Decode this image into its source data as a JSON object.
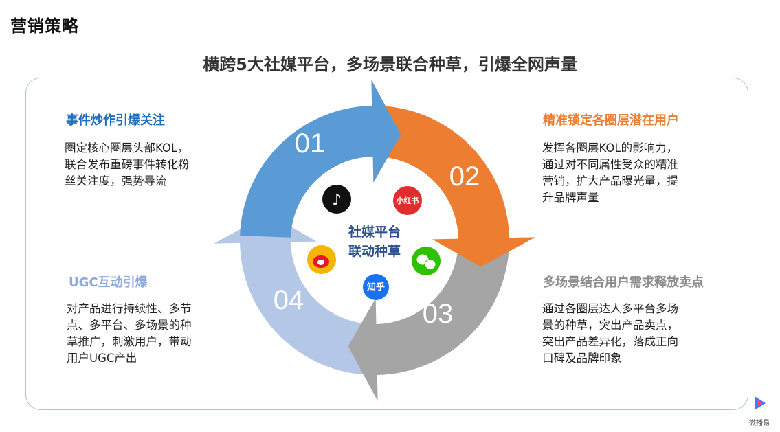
{
  "page_title": "营销策略",
  "subtitle": "横跨5大社媒平台，多场景联合种草，引爆全网声量",
  "center": {
    "line1": "社媒平台",
    "line2": "联动种草"
  },
  "steps": [
    {
      "num": "01",
      "heading": "事件炒作引爆关注",
      "color": "#1f6fbf",
      "arrow_color": "#5b9bd5",
      "desc": [
        "圈定核心圈层头部KOL，",
        "联合发布重磅事件转化粉",
        "丝关注度，强势导流"
      ]
    },
    {
      "num": "02",
      "heading": "精准锁定各圈层潜在用户",
      "color": "#ed7d31",
      "arrow_color": "#ed7d31",
      "desc": [
        "发挥各圈层KOL的影响力，",
        "通过对不同属性受众的精准",
        "营销，扩大产品曝光量，提",
        "升品牌声量"
      ]
    },
    {
      "num": "03",
      "heading": "多场景结合用户需求释放卖点",
      "color": "#8c8c8c",
      "arrow_color": "#a5a5a5",
      "desc": [
        "通过各圈层达人多平台多场",
        "景的种草，突出产品卖点，",
        "突出产品差异化，落成正向",
        "口碑及品牌印象"
      ]
    },
    {
      "num": "04",
      "heading": "UGC互动引爆",
      "color": "#8eaadb",
      "arrow_color": "#b4c7e7",
      "desc": [
        "对产品进行持续性、多节",
        "点、多平台、多场景的种",
        "草推广，刺激用户，带动",
        "用户UGC产出"
      ]
    }
  ],
  "platforms": [
    {
      "name": "douyin",
      "label": "♪",
      "icon": "douyin-icon",
      "color": "#111111"
    },
    {
      "name": "xiaohongshu",
      "label": "小红书",
      "icon": "xiaohongshu-icon",
      "color": "#e02e2e"
    },
    {
      "name": "wechat",
      "label": "",
      "icon": "wechat-icon",
      "color": "#2dc100"
    },
    {
      "name": "zhihu",
      "label": "知乎",
      "icon": "zhihu-icon",
      "color": "#1772f6"
    },
    {
      "name": "weibo",
      "label": "",
      "icon": "weibo-icon",
      "color": "#f7b500"
    }
  ],
  "logo": {
    "text": "微播易"
  }
}
